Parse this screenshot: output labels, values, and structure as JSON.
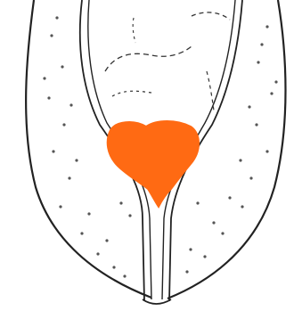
{
  "colors": {
    "background": "#ffffff",
    "outline": "#222222",
    "canal_fill": "#ffffff",
    "stipple": "#555555",
    "lesion": "#ff6a13"
  },
  "elements": {
    "root": "tooth-root-outline",
    "canal": "root-canal",
    "apex": "root-apex",
    "lesion": "orange-mark"
  }
}
